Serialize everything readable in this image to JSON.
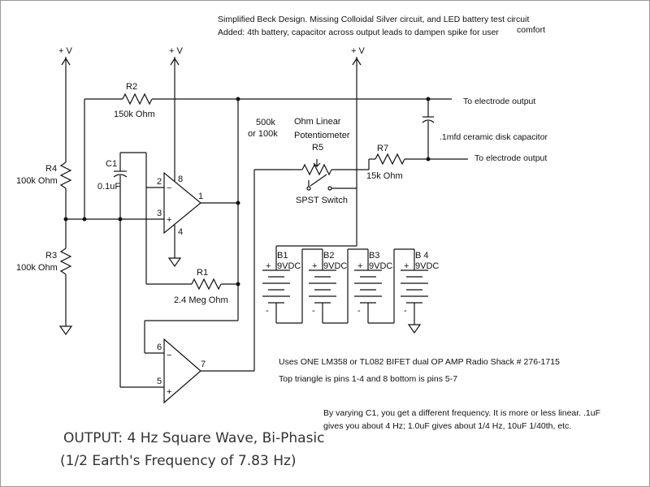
{
  "notes": {
    "header_line1": "Simplified Beck Design.  Missing Colloidal Silver circuit, and LED battery test circuit",
    "header_line2a": "Added: 4th battery, capacitor across output leads to dampen spike for user",
    "header_line2b": "comfort",
    "opamp_line": "Uses ONE LM358 or TL082 BIFET dual OP AMP Radio Shack # 276-1715",
    "triangle_line": "Top triangle is pins 1-4 and 8    bottom is pins 5-7",
    "c1_line1": "By varying C1, you get a different frequency.  It is more or less linear.  .1uF",
    "c1_line2": "gives you about 4 Hz;  1.0uF gives about 1/4 Hz, 10uF 1/40th, etc.",
    "output_line1": "OUTPUT: 4 Hz Square Wave, Bi-Phasic",
    "output_line2": "(1/2 Earth's Frequency of 7.83 Hz)"
  },
  "supplies": {
    "left": "+ V",
    "mid": "+ V",
    "right": "+ V"
  },
  "components": {
    "r2_name": "R2",
    "r2_value": "150k Ohm",
    "r4_name": "R4",
    "r4_value": "100k Ohm",
    "r3_name": "R3",
    "r3_value": "100k Ohm",
    "c1_name": "C1",
    "c1_value": "0.1uF",
    "r1_name": "R1",
    "r1_value": "2.4 Meg Ohm",
    "r5_opt1": "500k",
    "r5_opt2": "or 100k",
    "r5_desc1": "Ohm Linear",
    "r5_desc2": "Potentiometer",
    "r5_name": "R5",
    "r7_name": "R7",
    "r7_value": "15k Ohm",
    "switch": "SPST Switch",
    "cap_out": ".1mfd ceramic disk capacitor",
    "out1": "To electrode output",
    "out2": "To electrode output"
  },
  "opamp_pins": {
    "top_inv": "2",
    "top_noninv": "3",
    "top_vcc": "8",
    "top_gnd": "4",
    "top_out": "1",
    "bot_inv": "6",
    "bot_noninv": "5",
    "bot_out": "7",
    "minus": "−",
    "plus": "+"
  },
  "batteries": [
    {
      "name": "B1",
      "volt": "9VDC",
      "plus": "+",
      "minus": "-"
    },
    {
      "name": "B2",
      "volt": "9VDC",
      "plus": "+",
      "minus": "-"
    },
    {
      "name": "B3",
      "volt": "9VDC",
      "plus": "+",
      "minus": "-"
    },
    {
      "name": "B 4",
      "volt": "9VDC",
      "plus": "+",
      "minus": "-"
    }
  ]
}
